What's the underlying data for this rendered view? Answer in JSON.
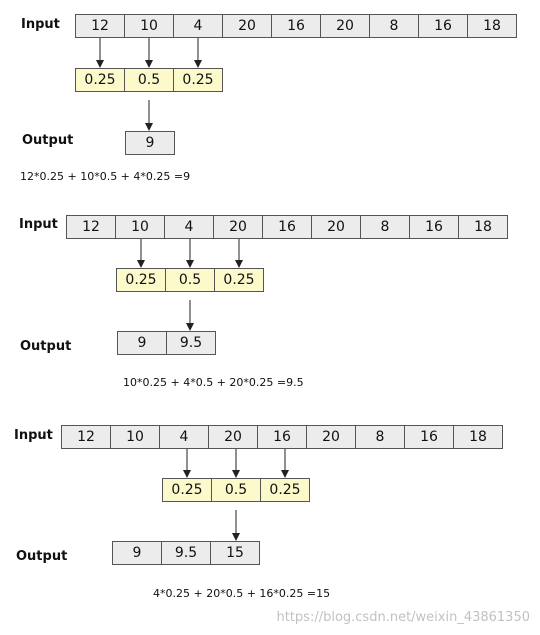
{
  "input_label": "Input",
  "output_label": "Output",
  "input_values": [
    "12",
    "10",
    "4",
    "20",
    "16",
    "20",
    "8",
    "16",
    "18"
  ],
  "kernel_values": [
    "0.25",
    "0.5",
    "0.25"
  ],
  "steps": [
    {
      "outputs": [
        "9"
      ],
      "equation": "12*0.25 + 10*0.5 + 4*0.25 =9"
    },
    {
      "outputs": [
        "9",
        "9.5"
      ],
      "equation": "10*0.25 + 4*0.5 + 20*0.25 =9.5"
    },
    {
      "outputs": [
        "9",
        "9.5",
        "15"
      ],
      "equation": "4*0.25 + 20*0.5 + 16*0.25 =15"
    }
  ],
  "watermark": "https://blog.csdn.net/weixin_43861350",
  "colors": {
    "kernel_fill": "#fcfacb",
    "cell_fill": "#ececec",
    "border": "#555555"
  }
}
